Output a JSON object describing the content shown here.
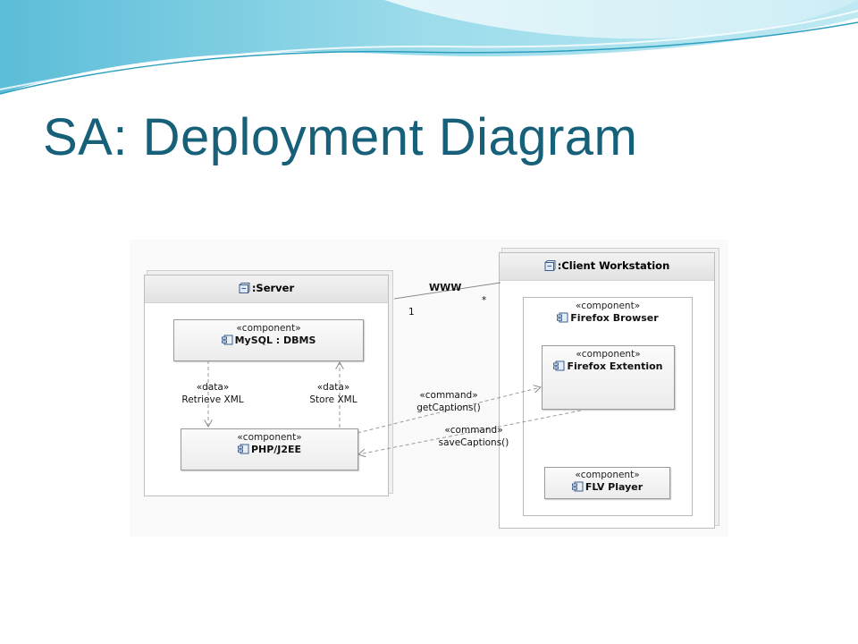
{
  "slide": {
    "title": "SA: Deployment Diagram"
  },
  "diagram": {
    "server": {
      "name": ":Server",
      "components": [
        {
          "stereotype": "«component»",
          "name": "MySQL : DBMS"
        },
        {
          "stereotype": "«component»",
          "name": "PHP/J2EE"
        }
      ],
      "flows": [
        {
          "stereotype": "«data»",
          "label": "Retrieve XML"
        },
        {
          "stereotype": "«data»",
          "label": "Store XML"
        }
      ]
    },
    "client": {
      "name": ":Client Workstation",
      "browser": {
        "stereotype": "«component»",
        "name": "Firefox Browser"
      },
      "components": [
        {
          "stereotype": "«component»",
          "name": "Firefox Extention"
        },
        {
          "stereotype": "«component»",
          "name": "FLV Player"
        }
      ]
    },
    "association": {
      "label": "WWW",
      "mult_server": "1",
      "mult_client": "*"
    },
    "commands": [
      {
        "stereotype": "«command»",
        "label": "getCaptions()"
      },
      {
        "stereotype": "«command»",
        "label": "saveCaptions()"
      }
    ]
  },
  "colors": {
    "title": "#17607a",
    "wave_light": "#bfe6ef",
    "wave_mid": "#7fcfe0",
    "wave_dark": "#2d9fbf"
  }
}
